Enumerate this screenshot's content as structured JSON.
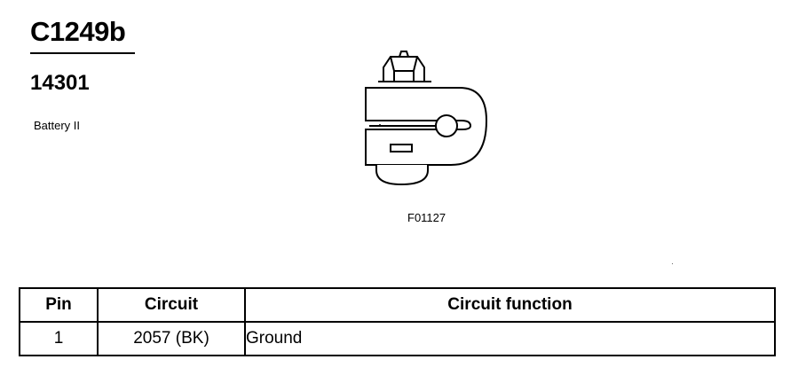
{
  "connector": {
    "id": "C1249b",
    "part_number": "14301",
    "description": "Battery II",
    "figure_code": "F01127"
  },
  "table": {
    "headers": [
      "Pin",
      "Circuit",
      "Circuit function"
    ],
    "rows": [
      {
        "pin": "1",
        "circuit": "2057 (BK)",
        "function": "Ground"
      }
    ]
  },
  "icon": "battery-terminal-connector-icon"
}
